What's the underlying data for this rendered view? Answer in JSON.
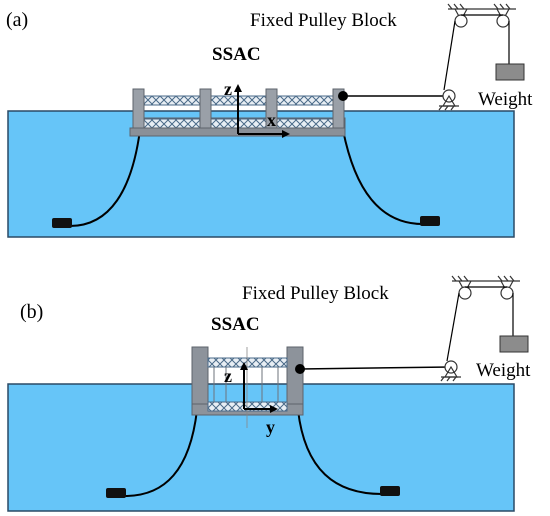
{
  "colors": {
    "water_fill": "#66c5f8",
    "water_stroke": "#2a4a66",
    "pillar_fill": "#9aa0a8",
    "pillar_dark": "#6d737b",
    "truss": "#4a6a88",
    "weight_fill": "#8c8c8c",
    "line": "#000000"
  },
  "panel_a": {
    "label": "(a)",
    "pulley_label": "Fixed Pulley Block",
    "ssac_label": "SSAC",
    "weight_label": "Weight",
    "axes": {
      "z": "z",
      "x": "x"
    }
  },
  "panel_b": {
    "label": "(b)",
    "pulley_label": "Fixed Pulley Block",
    "ssac_label": "SSAC",
    "weight_label": "Weight",
    "axes": {
      "z": "z",
      "y": "y"
    }
  }
}
